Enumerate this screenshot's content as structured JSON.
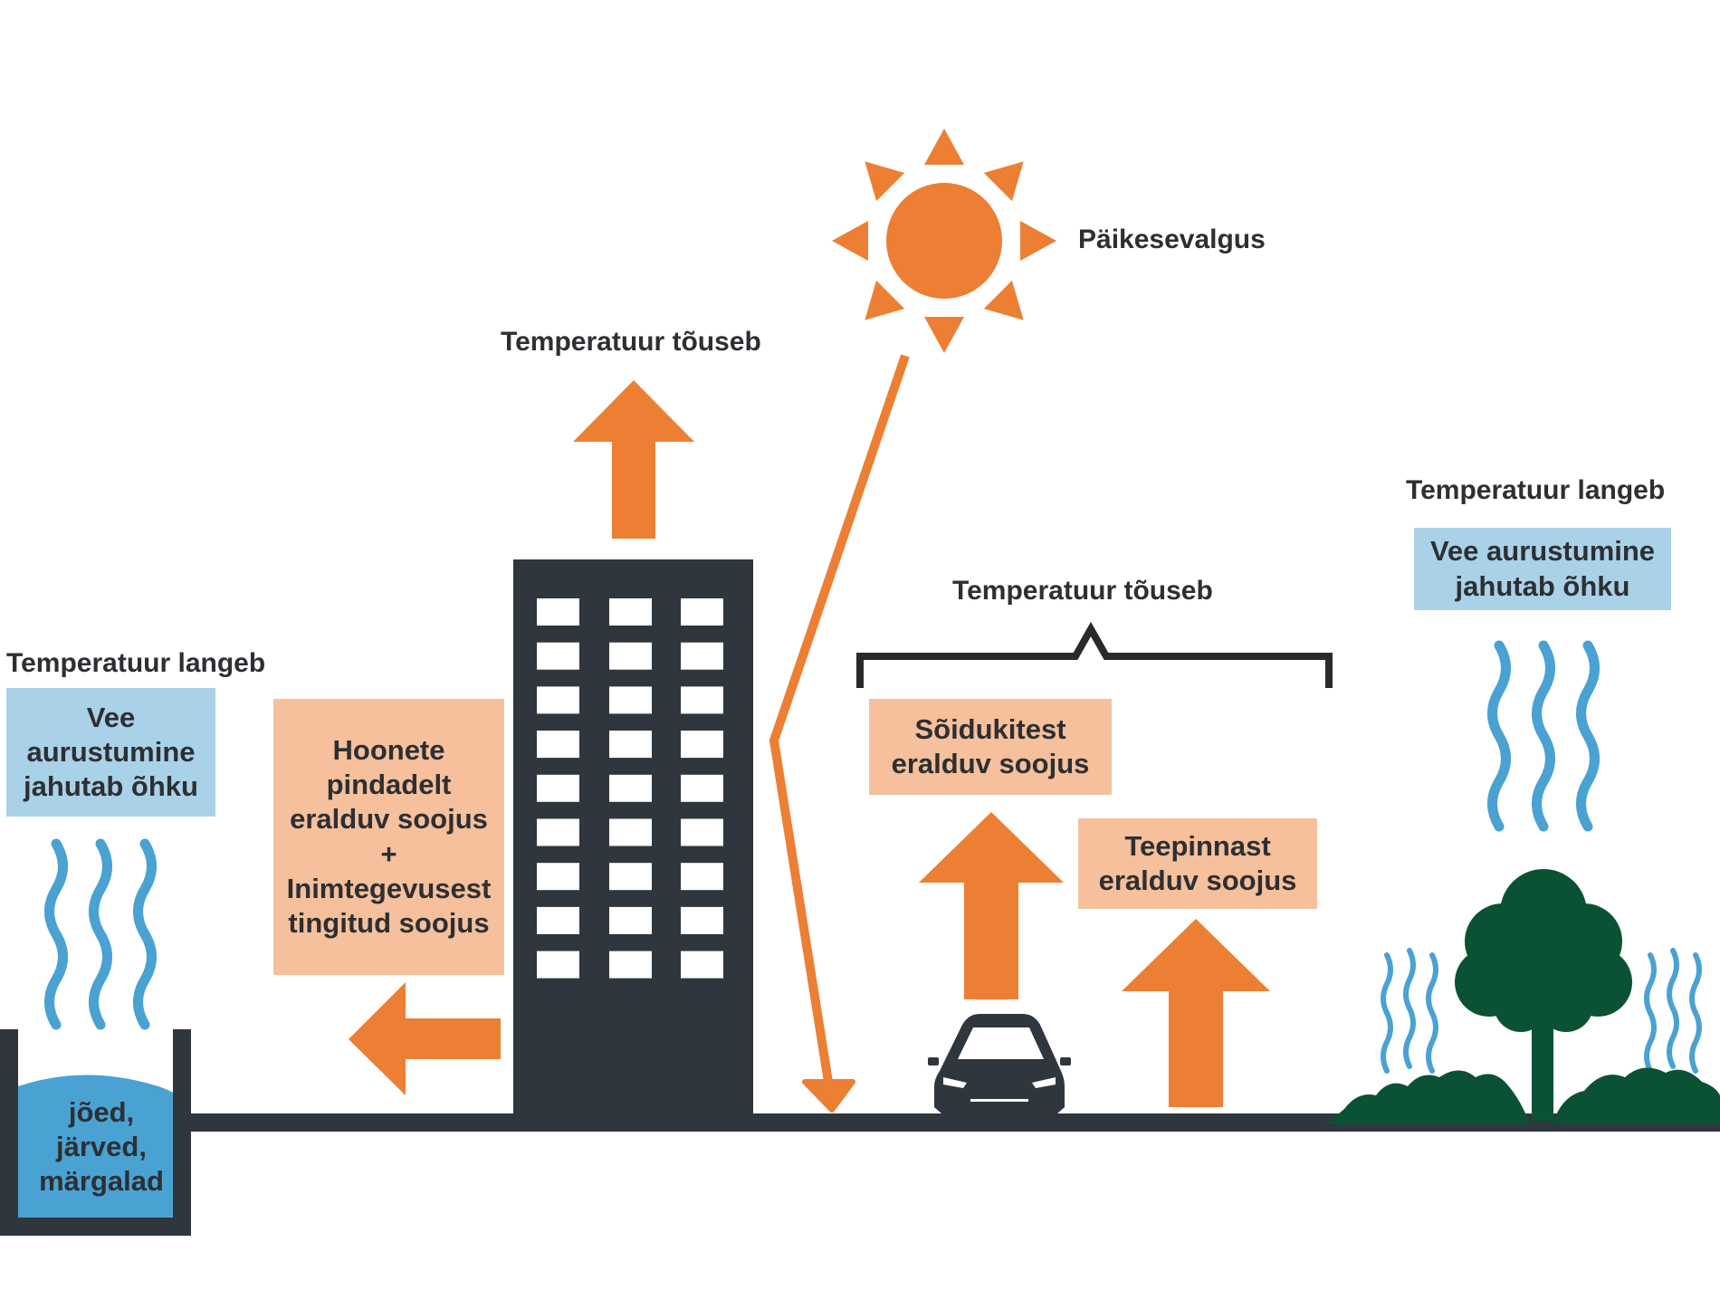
{
  "labels": {
    "sunlight": "Päikesevalgus",
    "temp_rises_building": "Temperatuur tõuseb",
    "temp_rises_road": "Temperatuur tõuseb",
    "temp_falls_left": "Temperatuur langeb",
    "temp_falls_right": "Temperatuur langeb"
  },
  "boxes": {
    "evap_left": [
      "Vee",
      "aurustumine",
      "jahutab õhku"
    ],
    "evap_right": [
      "Vee aurustumine",
      "jahutab õhku"
    ],
    "building_heat": [
      "Hoonete",
      "pindadelt",
      "eralduv soojus",
      "+",
      "Inimtegevusest",
      "tingitud soojus"
    ],
    "vehicle_heat": [
      "Sõidukitest",
      "eralduv soojus"
    ],
    "road_heat": [
      "Teepinnast",
      "eralduv soojus"
    ]
  },
  "water_body": [
    "jõed,",
    "järved,",
    "märgalad"
  ],
  "colors": {
    "orange": "#ec7f33",
    "dark": "#2f363d",
    "water": "#4aa2d2",
    "tree": "#0b5234",
    "box_blue": "#a9d1e7",
    "box_orange": "#f5c09b"
  },
  "icons": [
    "sun-icon",
    "building-icon",
    "car-icon",
    "tree-icon",
    "evaporation-wave-icon",
    "arrow-up-icon",
    "arrow-left-icon"
  ]
}
